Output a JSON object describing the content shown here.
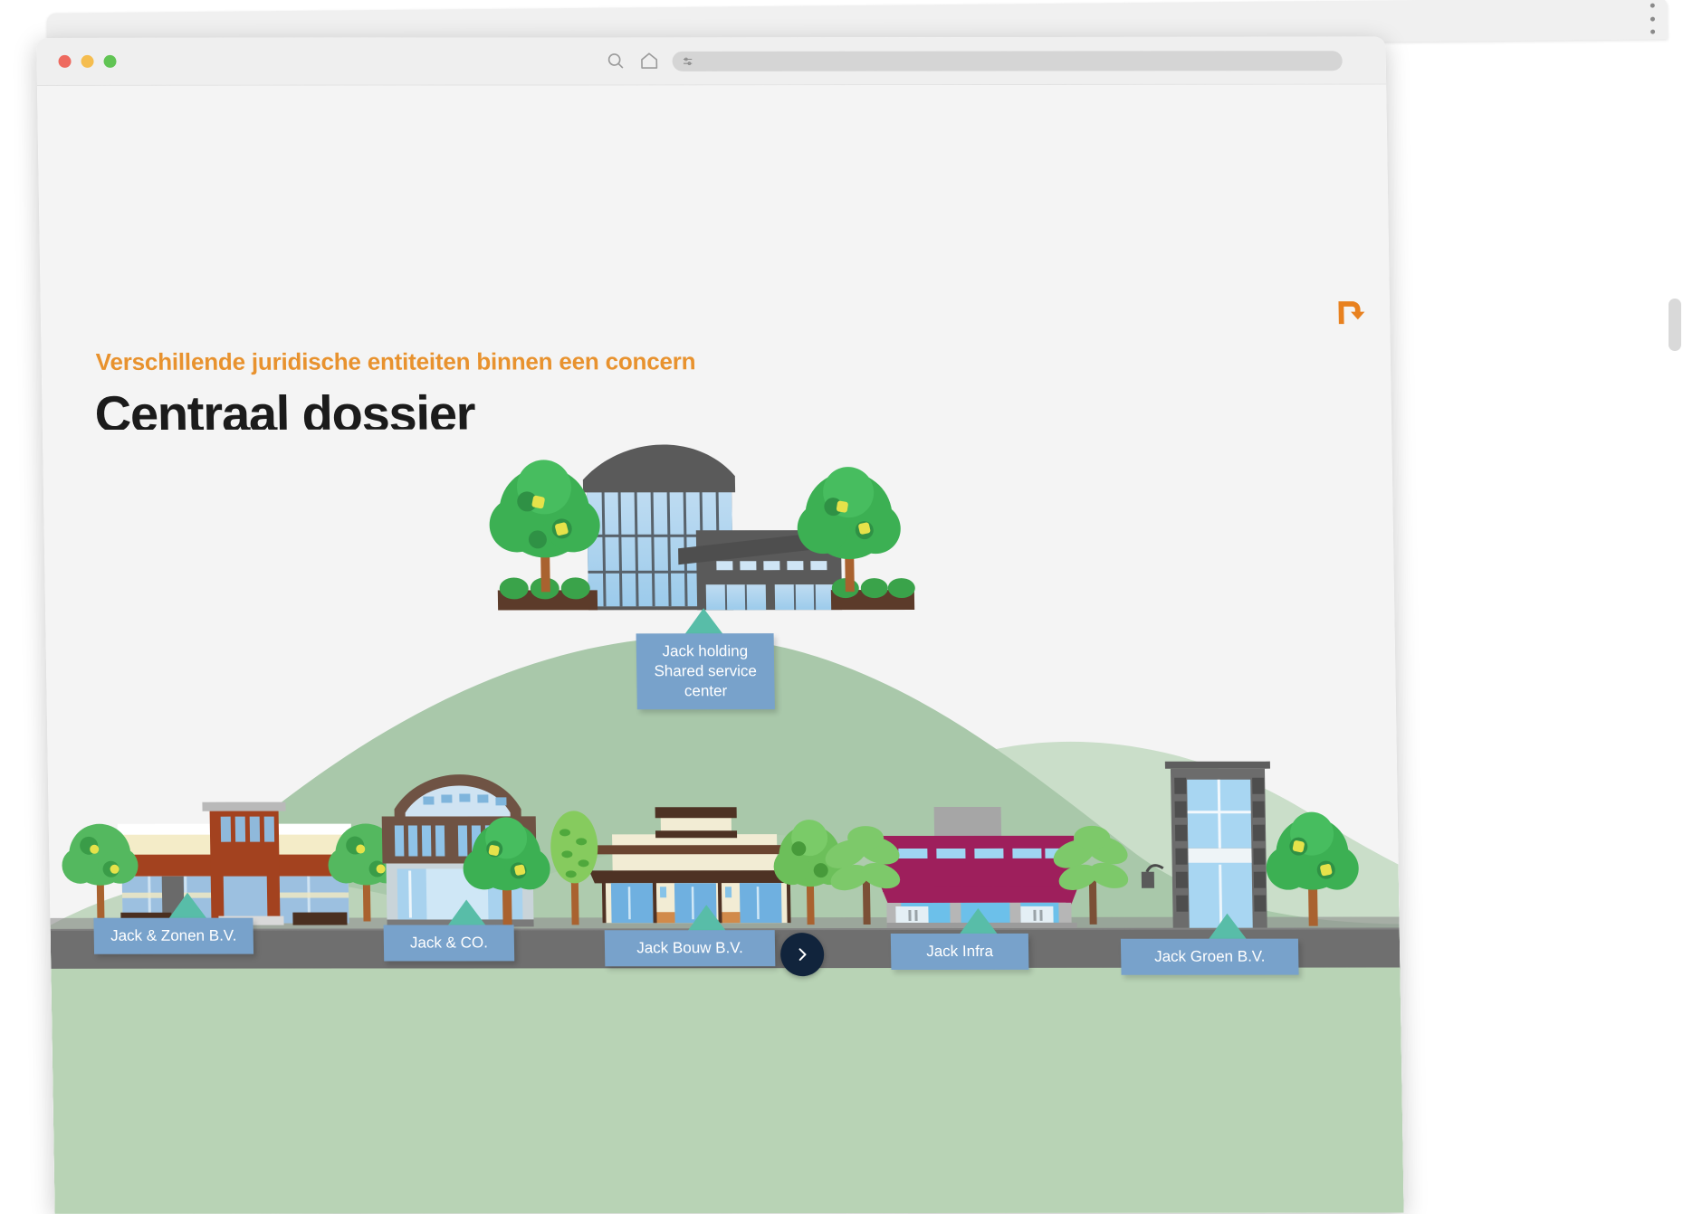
{
  "window": {
    "traffic_lights": [
      "close",
      "minimize",
      "maximize"
    ],
    "toolbar_icons": [
      "search-icon",
      "home-icon",
      "sliders-icon"
    ],
    "address_value": "",
    "address_placeholder": ""
  },
  "slide": {
    "eyebrow": "Verschillende juridische entiteiten binnen een concern",
    "headline": "Centraal dossier",
    "logo_name": "reload-arrow-logo",
    "logo_color": "#e8811f",
    "accent_orange": "#e8922e",
    "label_blue": "#78a2cb",
    "pointer_teal": "#58bda8",
    "hill_green": "#aac9ab",
    "next_button_color": "#11243c"
  },
  "entities": {
    "holding": {
      "label": "Jack holding\nShared service center",
      "building_name": "corporate-headquarters"
    },
    "subsidiaries": [
      {
        "label": "Jack & Zonen B.V.",
        "building_name": "brick-retail-store"
      },
      {
        "label": "Jack & CO.",
        "building_name": "arched-roof-office"
      },
      {
        "label": "Jack Bouw B.V.",
        "building_name": "beige-awning-shop"
      },
      {
        "label": "Jack Infra",
        "building_name": "magenta-storefront"
      },
      {
        "label": "Jack Groen B.V.",
        "building_name": "glass-office-block"
      }
    ]
  },
  "controls": {
    "next_label": "›"
  }
}
